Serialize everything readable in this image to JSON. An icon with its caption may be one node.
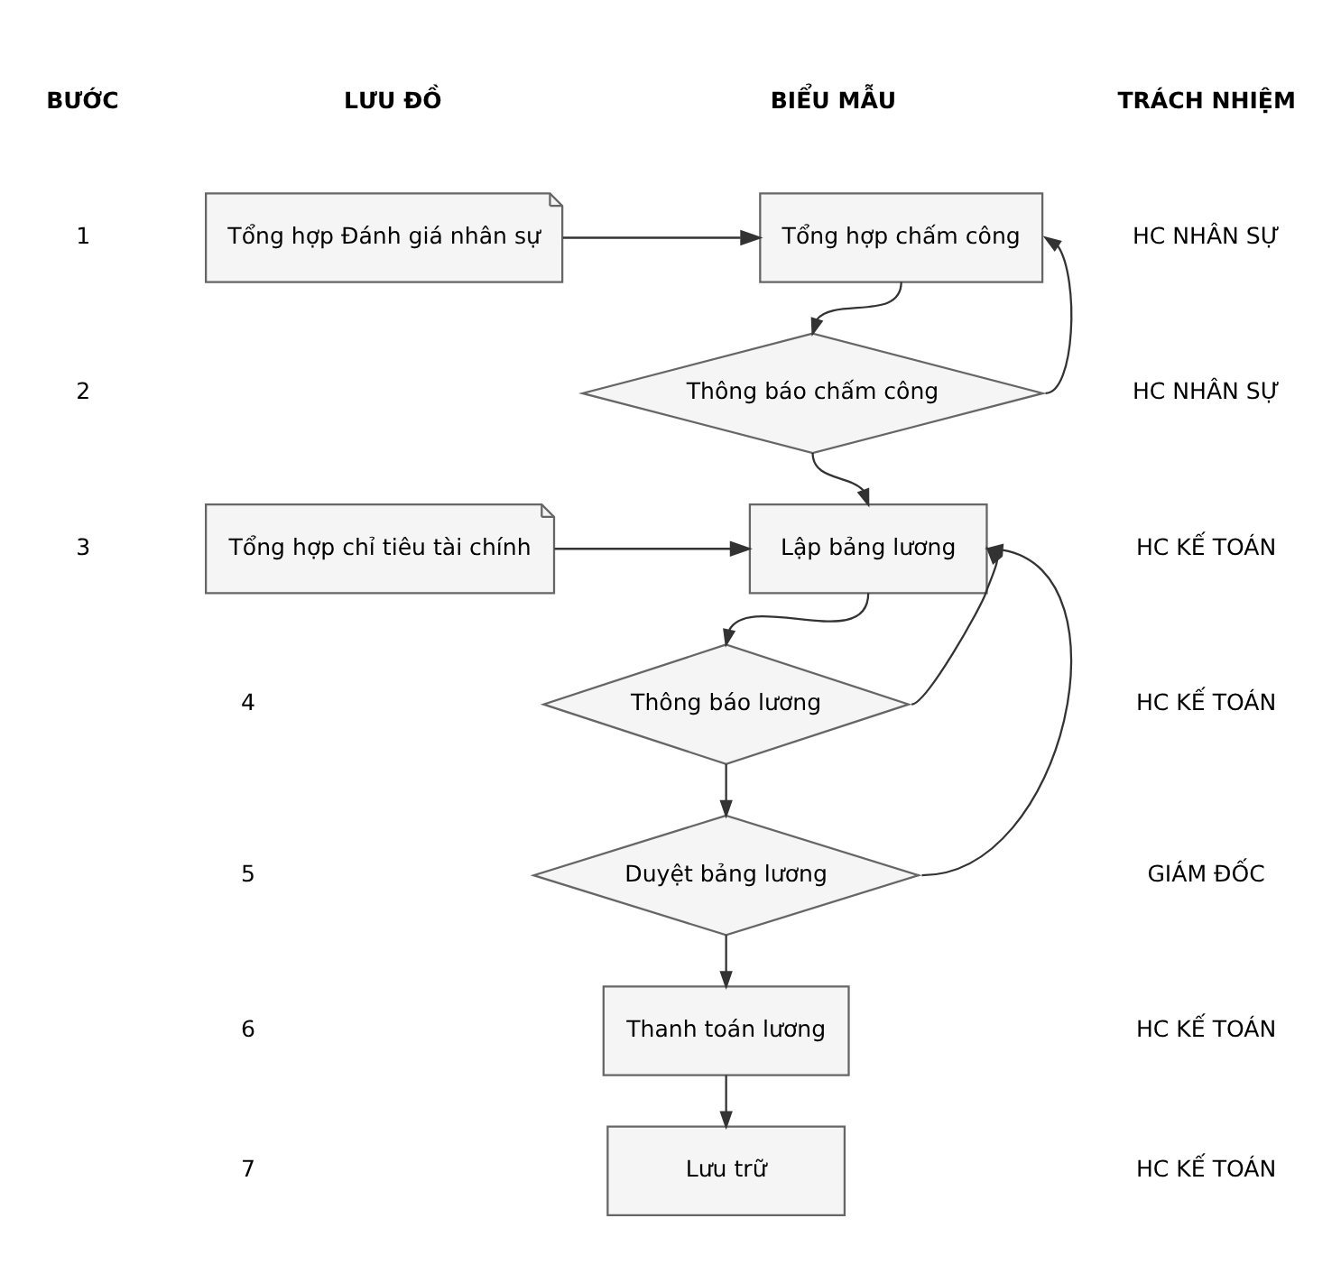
{
  "diagram": {
    "nodes": [
      {
        "text": [
          "Tổng hợp Đánh giá nhân sự"
        ]
      },
      {
        "text": [
          "Tổng hợp chấm công"
        ]
      },
      {
        "text": [
          "Thông báo chấm công"
        ]
      },
      {
        "text": [
          "Tổng hợp chỉ tiêu tài chính"
        ]
      },
      {
        "text": [
          "Lập bảng lương"
        ]
      },
      {
        "text": [
          "Thông báo lương"
        ]
      },
      {
        "text": [
          "Duyệt bảng lương"
        ]
      },
      {
        "text": [
          "Thanh toán lương"
        ]
      },
      {
        "text": [
          "Lưu trữ"
        ]
      }
    ],
    "edges": [
      {
        "from": 0,
        "to": 1,
        "arrow": "to"
      },
      {
        "from": 1,
        "to": 2,
        "arrow": "to"
      },
      {
        "from": 2,
        "to": 1,
        "arrow": "to"
      },
      {
        "from": 2,
        "to": 4,
        "arrow": "to"
      },
      {
        "from": 3,
        "to": 4,
        "arrow": "to"
      },
      {
        "from": 4,
        "to": 5,
        "arrow": "to"
      },
      {
        "from": 5,
        "to": 4,
        "arrow": "to"
      },
      {
        "from": 5,
        "to": 6,
        "arrow": "to"
      },
      {
        "from": 6,
        "to": 4,
        "arrow": "to"
      },
      {
        "from": 6,
        "to": 7,
        "arrow": "to"
      },
      {
        "from": 7,
        "to": 8,
        "arrow": "to"
      }
    ],
    "labels": [
      "BƯỚC",
      "LƯU ĐỒ",
      "BIỂU MẪU",
      "TRÁCH NHIỆM",
      "1",
      "HC NHÂN SỰ",
      "2",
      "HC NHÂN SỰ",
      "3",
      "HC KẾ TOÁN",
      "4",
      "HC KẾ TOÁN",
      "5",
      "GIÁM ĐỐC",
      "6",
      "HC KẾ TOÁN",
      "7",
      "HC KẾ TOÁN"
    ]
  }
}
